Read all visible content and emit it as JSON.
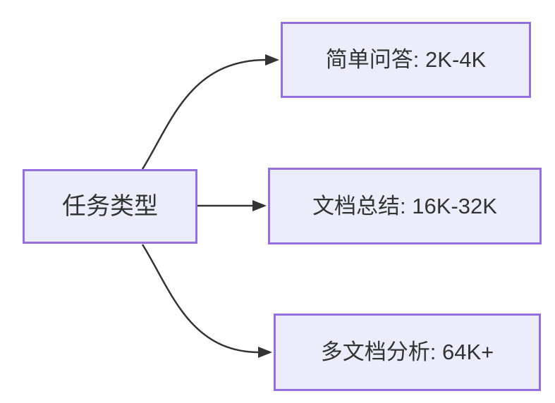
{
  "diagram": {
    "type": "flowchart",
    "direction": "left-to-right",
    "root": {
      "id": "task-type",
      "label": "任务类型"
    },
    "branches": [
      {
        "id": "simple-qa",
        "label": "简单问答: 2K-4K"
      },
      {
        "id": "doc-summary",
        "label": "文档总结: 16K-32K"
      },
      {
        "id": "multi-doc-analysis",
        "label": "多文档分析: 64K+"
      }
    ],
    "colors": {
      "node_fill": "#ECECFA",
      "node_border": "#9370DB",
      "edge": "#333333",
      "text": "#333333",
      "background": "#FFFFFF"
    }
  }
}
